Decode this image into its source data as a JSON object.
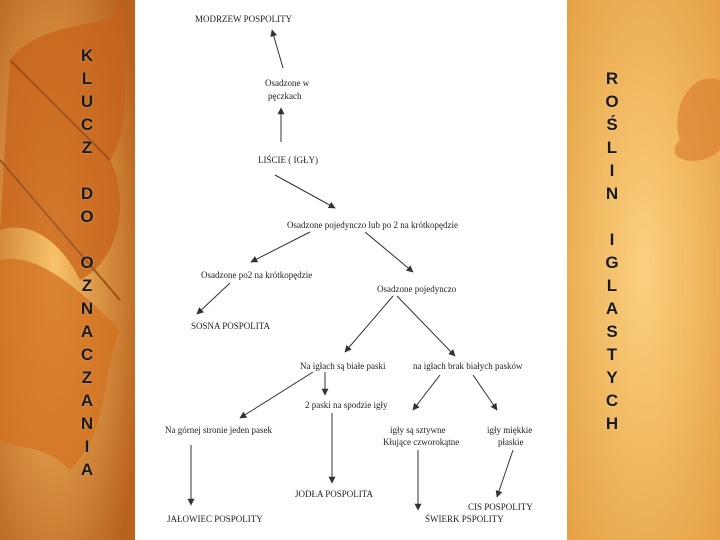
{
  "side_left": [
    "K",
    "L",
    "U",
    "C",
    "Z",
    "",
    "D",
    "O",
    "",
    "O",
    "Z",
    "N",
    "A",
    "C",
    "Z",
    "A",
    "N",
    "I",
    "A"
  ],
  "side_right": [
    "R",
    "O",
    "Ś",
    "L",
    "I",
    "N",
    "",
    "I",
    "G",
    "L",
    "A",
    "S",
    "T",
    "Y",
    "C",
    "H"
  ],
  "diagram": {
    "nodes": {
      "modrzew": "MODRZEW POSPOLITY",
      "osadzone_w_peczkach_1": "Osadzone w",
      "osadzone_w_peczkach_2": "pęczkach",
      "liscie": "LIŚCIE ( IGŁY)",
      "osadzone_pojedynczo_2": "Osadzone pojedynczo lub po 2 na krótkopędzie",
      "osadzone_po2": "Osadzone po2 na krótkopędzie",
      "sosna": "SOSNA  POSPOLITA",
      "osadzone_pojedynczo": "Osadzone pojedynczo",
      "biale_paski": "Na igłach są białe paski",
      "brak_paskow": "na igłach brak białych pasków",
      "jeden_pasek": "Na górnej stronie jeden pasek",
      "dwa_paski": "2 paski na spodzie igły",
      "sztywne_1": "igły są sztywne",
      "sztywne_2": "Kłujące czworokątne",
      "miekkie_1": "igły miękkie",
      "miekkie_2": "płaskie",
      "jodla": "JODŁA  POSPOLITA",
      "cis": "CIS POSPOLITY",
      "swierk": "ŚWIERK PSPOLITY",
      "jalowiec": "JAŁOWIEC POSPOLITY"
    }
  }
}
